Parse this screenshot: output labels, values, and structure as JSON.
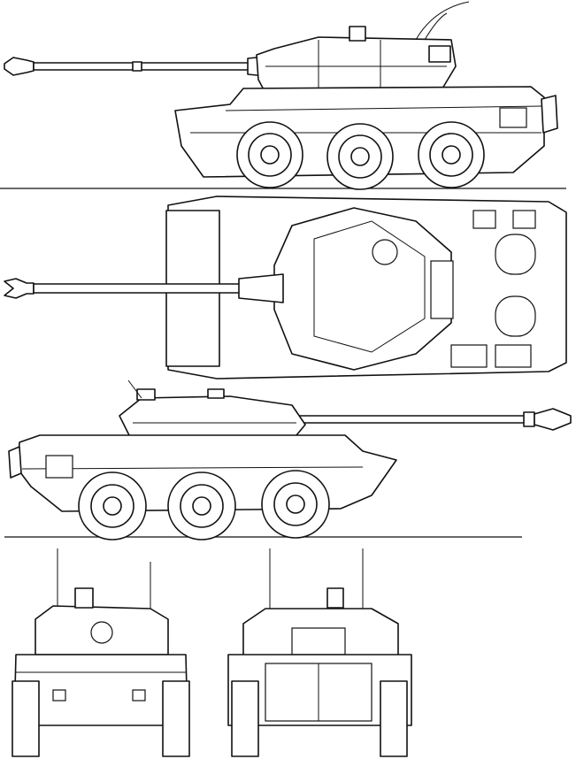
{
  "drawing": {
    "views": [
      "side-left",
      "top",
      "side-right",
      "front",
      "rear"
    ],
    "colors": {
      "line": "#111111",
      "background": "#ffffff"
    }
  }
}
